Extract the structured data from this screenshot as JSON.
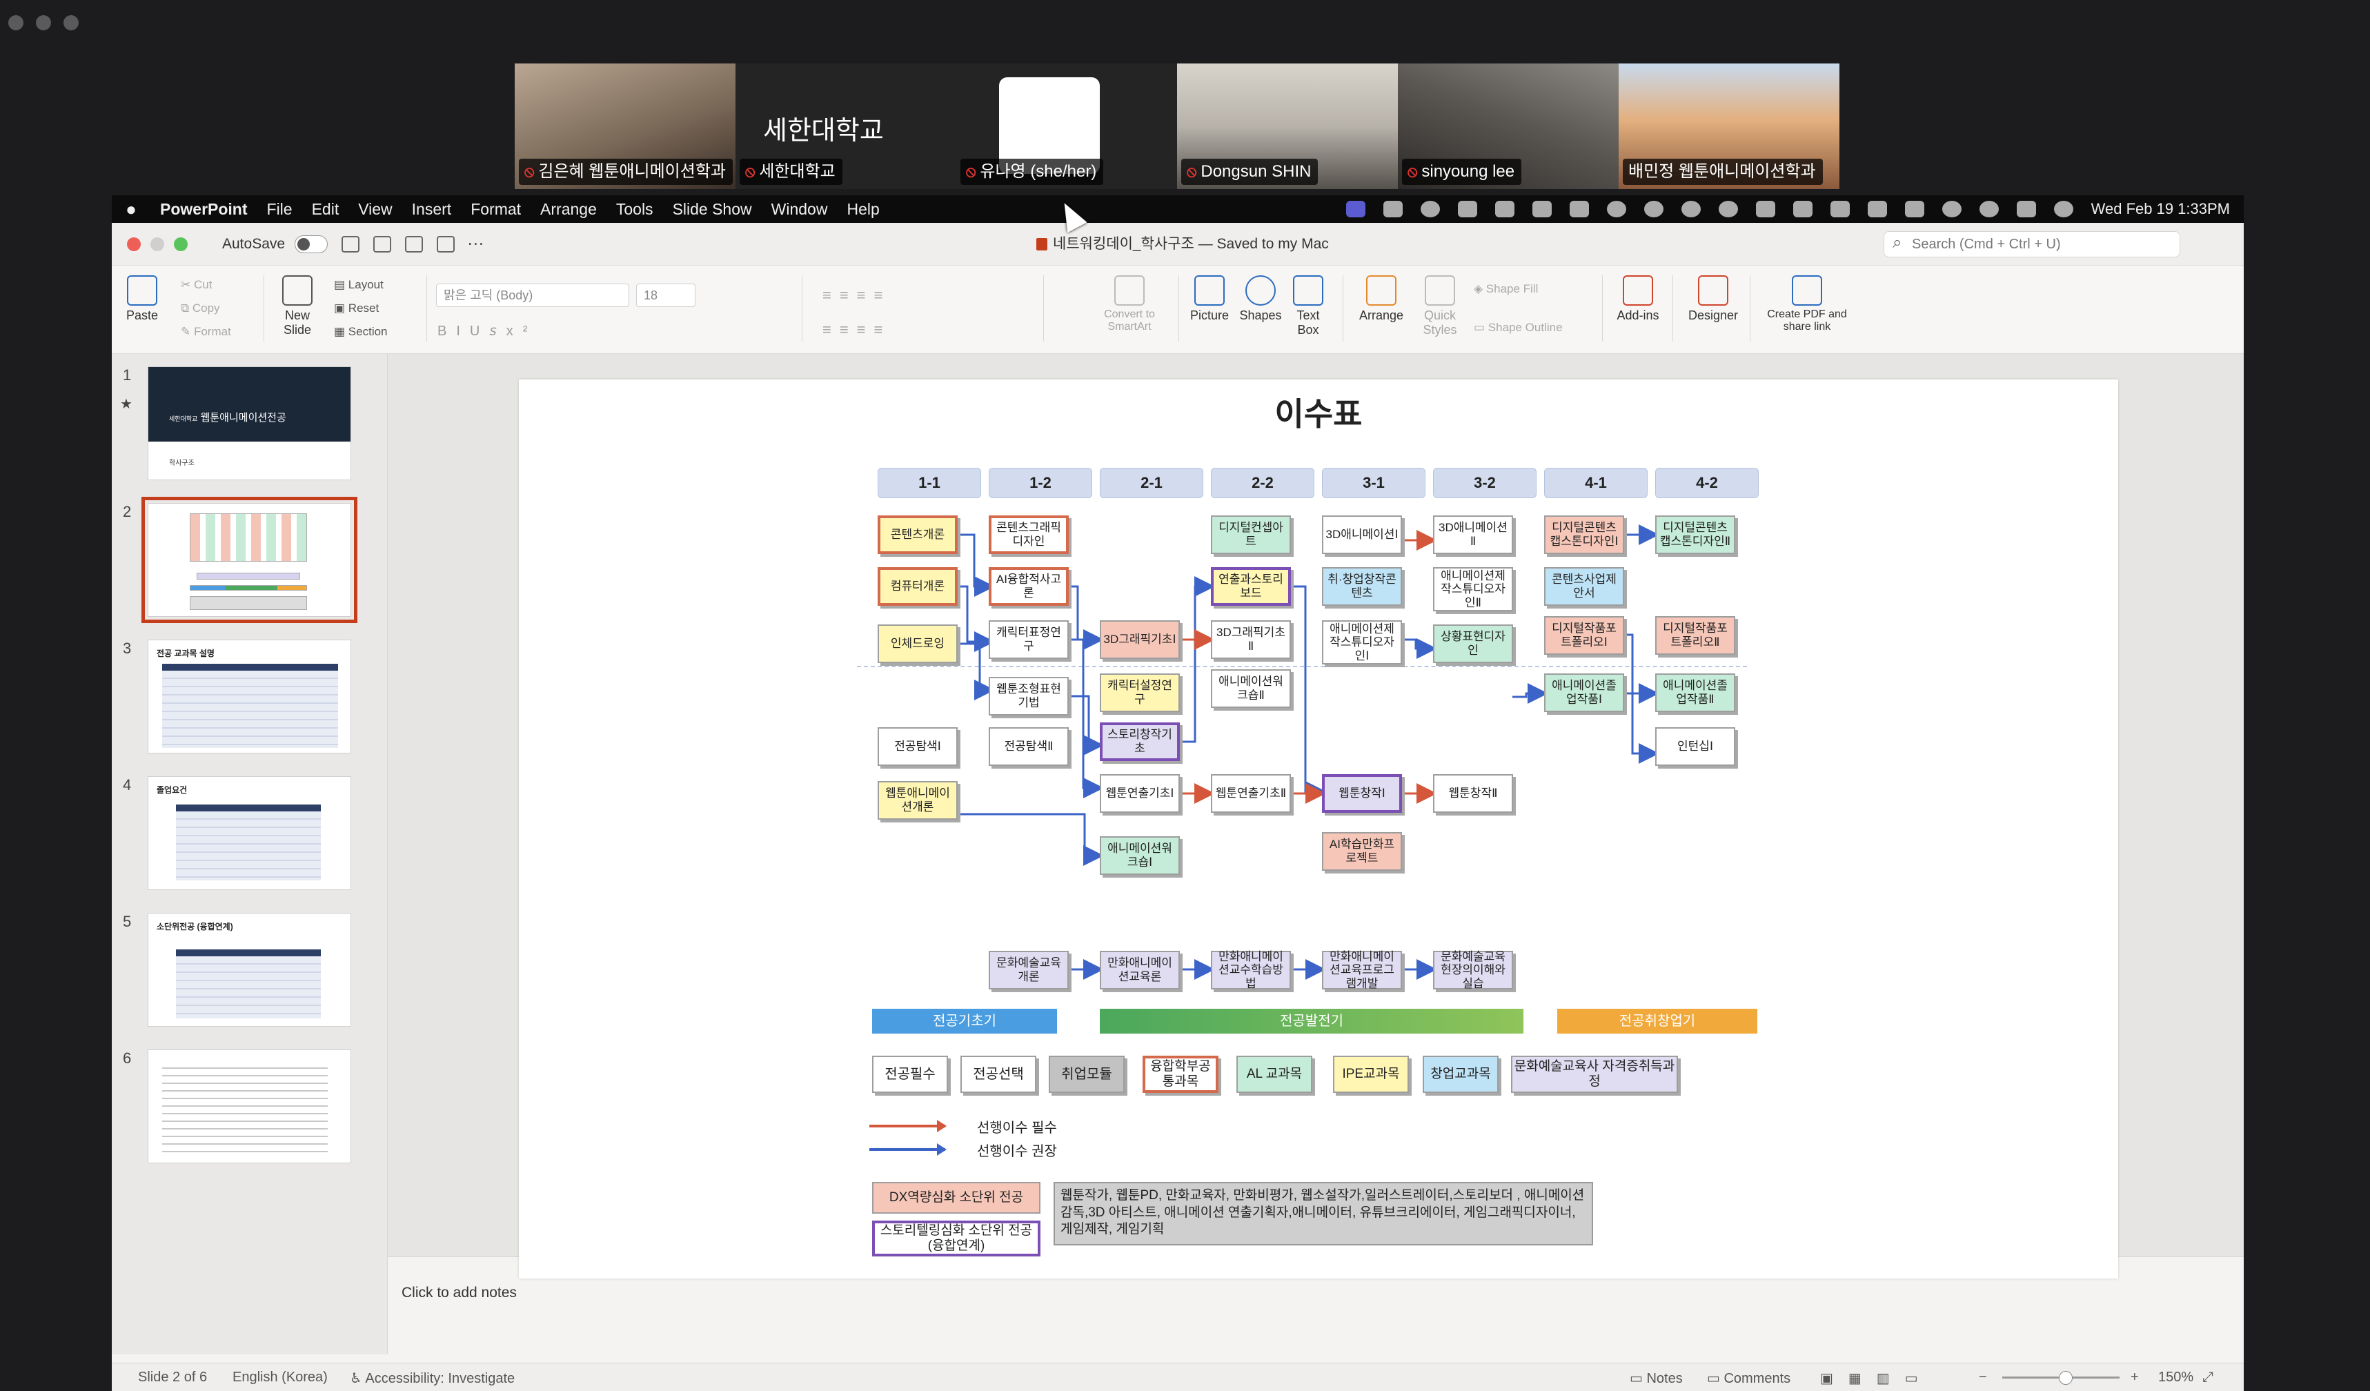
{
  "zoom_participants": [
    {
      "name": "김은혜 웹툰애니메이션학과",
      "muted": true,
      "active": false
    },
    {
      "name": "세한대학교",
      "display": "세한대학교",
      "muted": true,
      "active": false
    },
    {
      "name": "유나영 (she/her)",
      "muted": true,
      "active": false
    },
    {
      "name": "Dongsun SHIN",
      "muted": true,
      "active": false
    },
    {
      "name": "sinyoung lee",
      "muted": true,
      "active": false
    },
    {
      "name": "배민정 웹툰애니메이션학과",
      "muted": false,
      "active": true
    }
  ],
  "menubar": {
    "app": "PowerPoint",
    "items": [
      "File",
      "Edit",
      "View",
      "Insert",
      "Format",
      "Arrange",
      "Tools",
      "Slide Show",
      "Window",
      "Help"
    ],
    "clock": "Wed Feb 19  1:33PM"
  },
  "titlebar": {
    "autosave": "AutoSave",
    "doc_title": "네트워킹데이_학사구조 — Saved to my Mac",
    "search_placeholder": "Search (Cmd + Ctrl + U)"
  },
  "ribbon": {
    "paste": "Paste",
    "cut": "Cut",
    "copy": "Copy",
    "format": "Format",
    "new_slide": "New Slide",
    "layout": "Layout",
    "reset": "Reset",
    "section": "Section",
    "font": "맑은 고딕 (Body)",
    "size": "18",
    "convert": "Convert to SmartArt",
    "picture": "Picture",
    "shapes": "Shapes",
    "textbox": "Text Box",
    "arrange": "Arrange",
    "quick_styles": "Quick Styles",
    "shape_fill": "Shape Fill",
    "shape_outline": "Shape Outline",
    "addins": "Add-ins",
    "designer": "Designer",
    "create_pdf": "Create PDF and share link"
  },
  "thumbnails": [
    {
      "num": "1",
      "title": "웹툰애니메이션전공",
      "small": "세한대학교",
      "sub": "학사구조"
    },
    {
      "num": "2"
    },
    {
      "num": "3",
      "title": "전공 교과목 설명"
    },
    {
      "num": "4",
      "title": "졸업요건"
    },
    {
      "num": "5",
      "title": "소단위전공 (융합연계)"
    },
    {
      "num": "6"
    }
  ],
  "slide": {
    "title": "이수표",
    "semesters": [
      "1-1",
      "1-2",
      "2-1",
      "2-2",
      "3-1",
      "3-2",
      "4-1",
      "4-2"
    ],
    "courses": {
      "c1": "콘텐츠개론",
      "c2": "컴퓨터개론",
      "c3": "인체드로잉",
      "c4": "전공탐색Ⅰ",
      "c5": "웹툰애니메이션개론",
      "c6": "콘텐츠그래픽디자인",
      "c7": "AI융합적사고론",
      "c8": "캐릭터표정연구",
      "c9": "웹툰조형표현기법",
      "c10": "전공탐색Ⅱ",
      "c11": "3D그래픽기초Ⅰ",
      "c12": "캐릭터설정연구",
      "c13": "스토리창작기초",
      "c14": "웹툰연출기초Ⅰ",
      "c15": "애니메이션워크숍Ⅰ",
      "c16": "디지털컨셉아트",
      "c17": "연출과스토리보드",
      "c18": "3D그래픽기초Ⅱ",
      "c19": "애니메이션워크숍Ⅱ",
      "c20": "웹툰연출기초Ⅱ",
      "c21": "3D애니메이션Ⅰ",
      "c22": "취·창업창작콘텐츠",
      "c23": "애니메이션제작스튜디오자인Ⅰ",
      "c24": "웹툰창작Ⅰ",
      "c25": "AI학습만화프로젝트",
      "c26": "3D애니메이션Ⅱ",
      "c27": "애니메이션제작스튜디오자인Ⅱ",
      "c28": "상황표현디자인",
      "c29": "웹툰창작Ⅱ",
      "c30": "디지털콘텐츠캡스톤디자인Ⅰ",
      "c31": "콘텐츠사업제안서",
      "c32": "디지털작품포트폴리오Ⅰ",
      "c33": "애니메이션졸업작품Ⅰ",
      "c34": "디지털콘텐츠캡스톤디자인Ⅱ",
      "c35": "디지털작품포트폴리오Ⅱ",
      "c36": "애니메이션졸업작품Ⅱ",
      "c37": "인턴십Ⅰ"
    },
    "edu_courses": [
      "문화예술교육개론",
      "만화애니메이션교육론",
      "만화애니메이션교수학습방법",
      "만화애니메이션교육프로그램개발",
      "문화예술교육현장의이해와실습"
    ],
    "phases": [
      {
        "label": "전공기초기",
        "color": "#4a9de0"
      },
      {
        "label": "전공발전기",
        "color": "#4ba85c"
      },
      {
        "label": "전공취창업기",
        "color": "#f2a93b"
      }
    ],
    "legend_types": [
      "전공필수",
      "전공선택",
      "취업모듈",
      "융합학부공통과목",
      "AL 교과목",
      "IPE교과목",
      "창업교과목",
      "문화예술교육사 자격증취득과정"
    ],
    "arrow_required": "선행이수 필수",
    "arrow_recommended": "선행이수 권장",
    "minor1": "DX역량심화 소단위 전공",
    "minor2": "스토리텔링심화 소단위 전공 (융합연계)",
    "careers": "웹툰작가, 웹툰PD, 만화교육자, 만화비평가, 웹소설작가,일러스트레이터,스토리보더 , 애니메이션감독,3D 아티스트, 애니메이션 연출기획자,애니메이터, 유튜브크리에이터, 게임그래픽디자이너, 게임제작, 게임기획",
    "colors": {
      "required_arrow": "#d4573b",
      "recommended_arrow": "#3c64c8"
    }
  },
  "notes_placeholder": "Click to add notes",
  "statusbar": {
    "slide_of": "Slide 2 of 6",
    "language": "English (Korea)",
    "accessibility": "Accessibility: Investigate",
    "notes": "Notes",
    "comments": "Comments",
    "zoom": "150%"
  }
}
